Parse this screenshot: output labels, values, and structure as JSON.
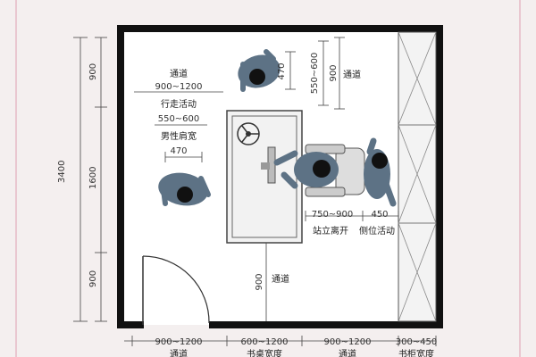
{
  "left_dimensions": {
    "total": "3400",
    "top": "900",
    "middle": "1600",
    "bottom": "900"
  },
  "top_right_dimensions": {
    "chair_depth": "470",
    "range": "550~600",
    "aisle": "900"
  },
  "labels": {
    "aisle_top_left": "通道",
    "aisle_range_top_left": "900~1200",
    "walking_activity": "行走活动",
    "walking_range": "550~600",
    "male_shoulder_width": "男性肩宽",
    "shoulder_value": "470",
    "aisle_top_right": "通道",
    "stand_leave_range": "750~900",
    "stand_leave": "站立离开",
    "side_activity_value": "450",
    "side_activity": "侧位活动",
    "aisle_center": "通道",
    "aisle_center_value": "900"
  },
  "bottom_dimensions": [
    {
      "value": "900~1200",
      "label": "通道"
    },
    {
      "value": "600~1200",
      "label": "书桌宽度"
    },
    {
      "value": "900~1200",
      "label": "通道"
    },
    {
      "value": "300~450",
      "label": "书柜宽度"
    }
  ],
  "colors": {
    "background": "#f4efef",
    "wall": "#111111",
    "floor": "#ffffff",
    "person": "#5d7285",
    "head": "#111111",
    "border_pink": "#e9c7d0"
  }
}
